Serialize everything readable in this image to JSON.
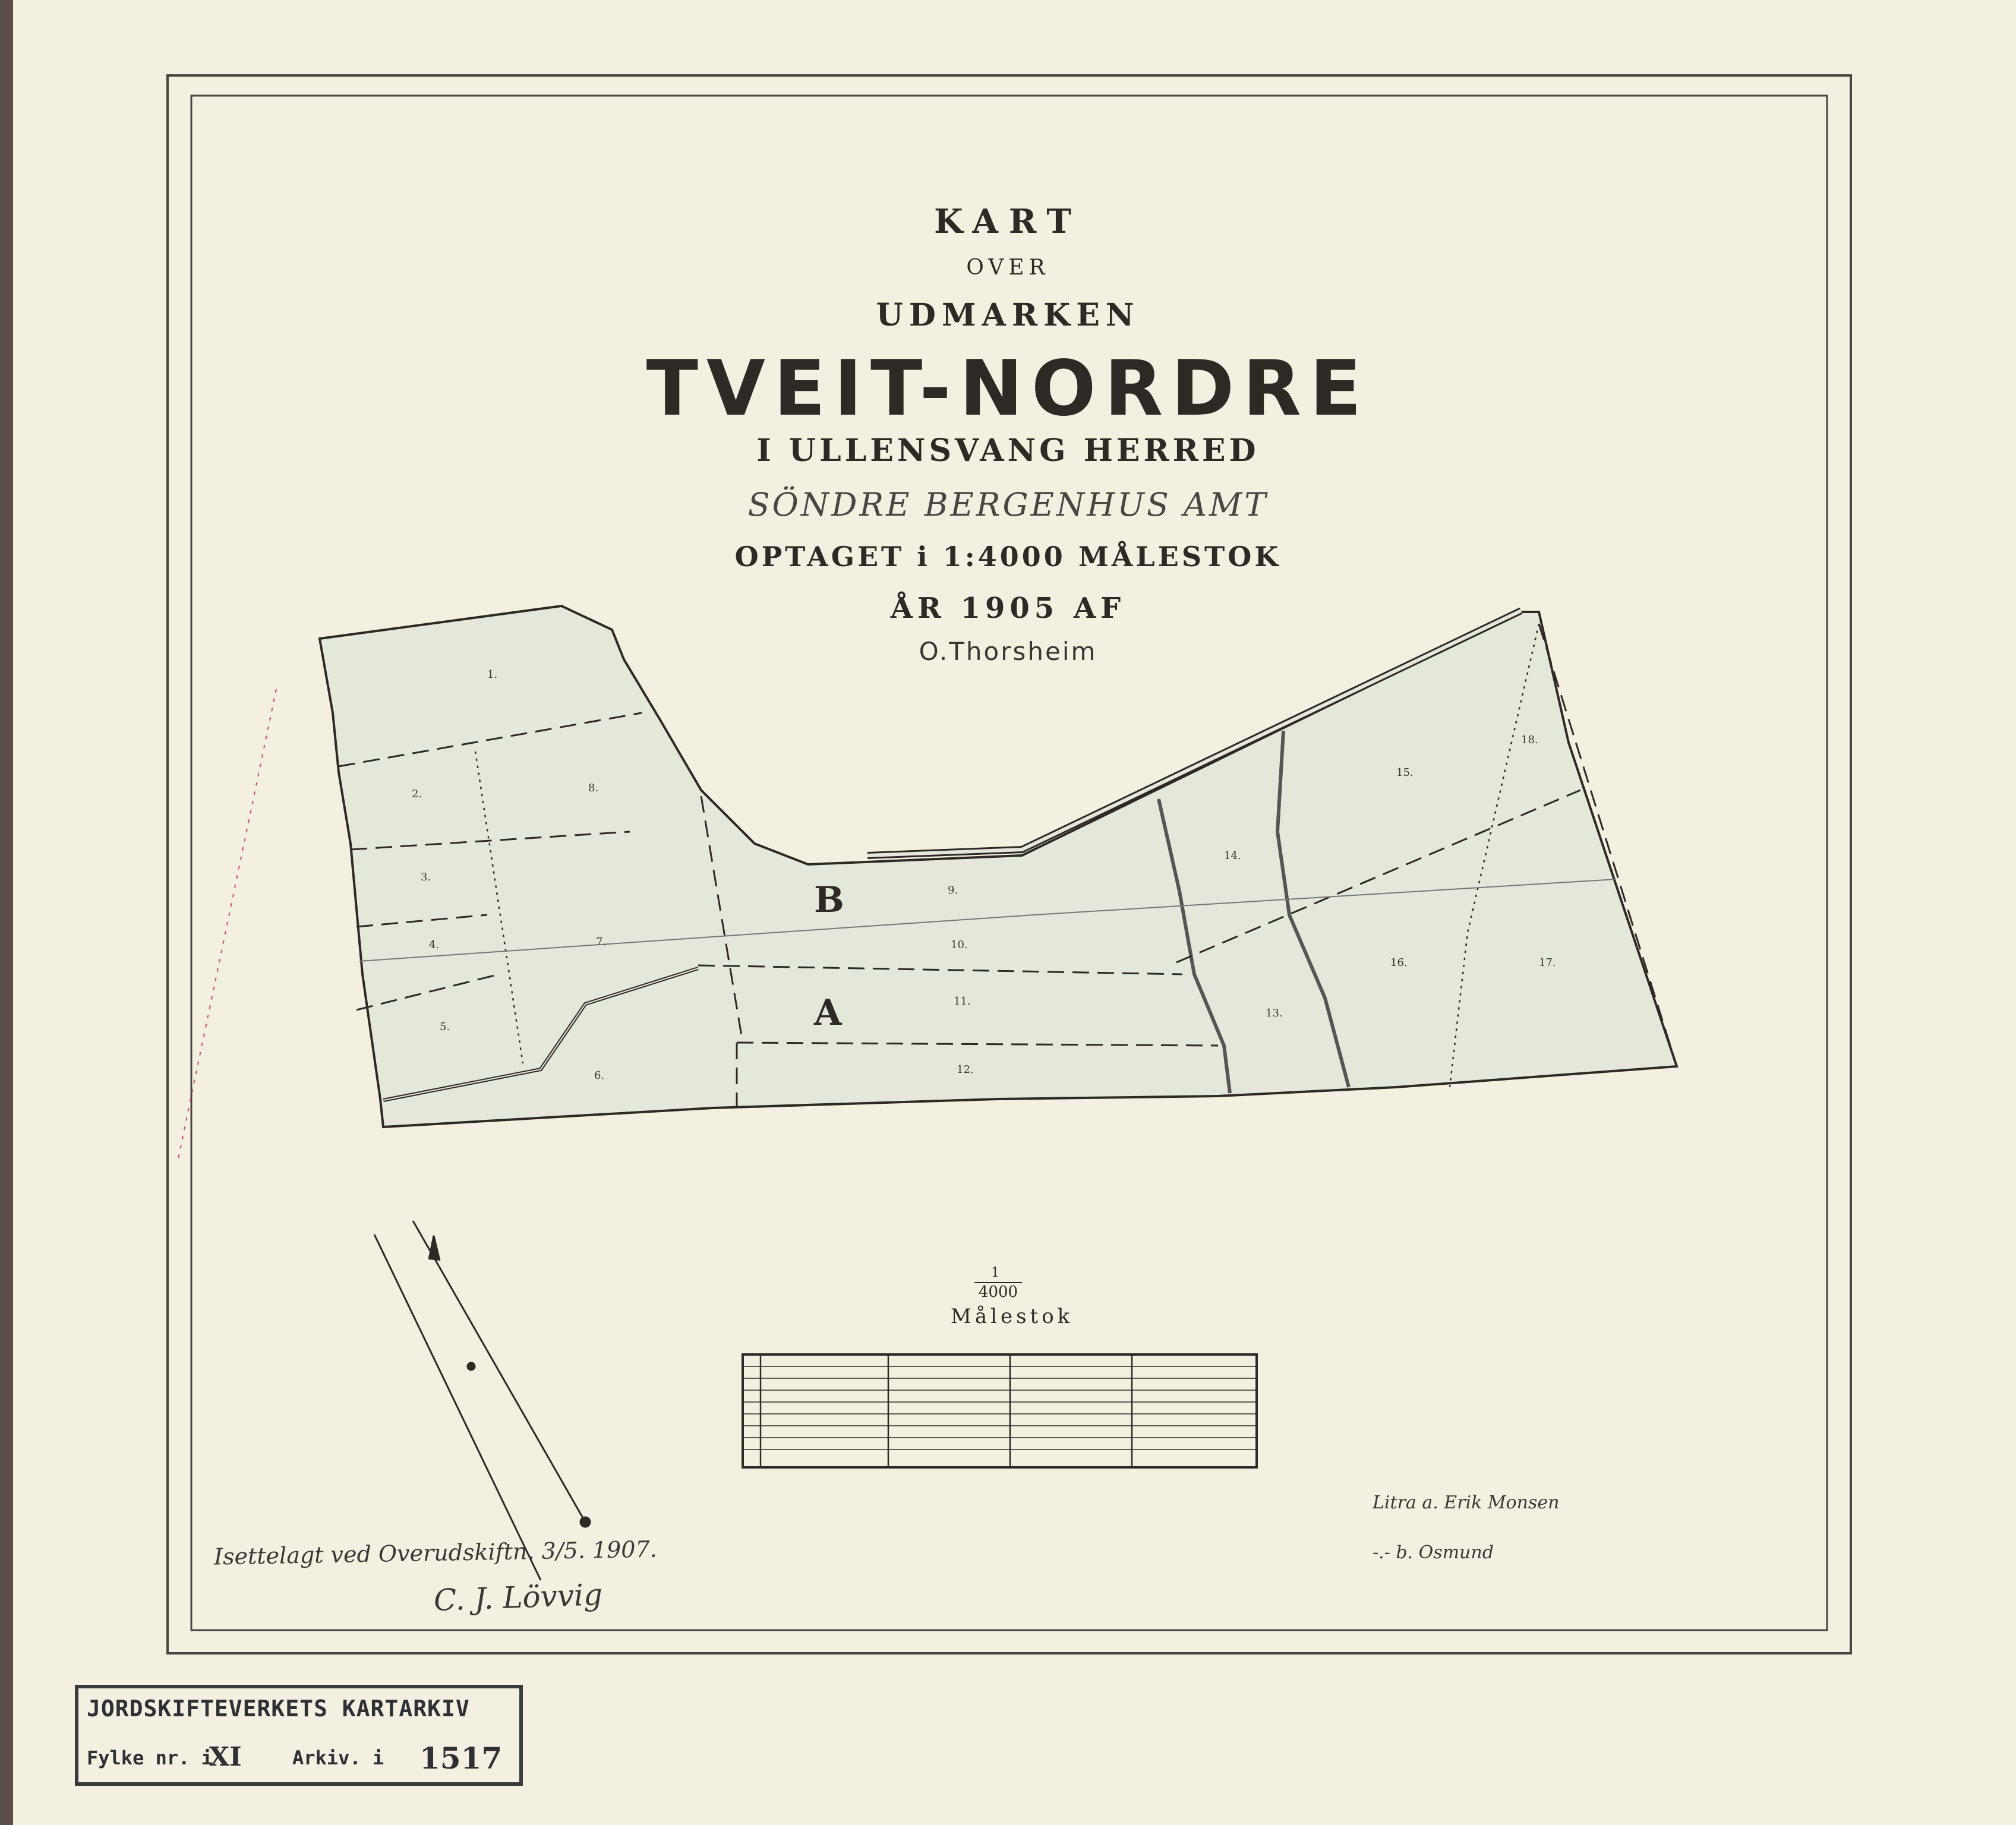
{
  "title": {
    "kart": "KART",
    "over": "OVER",
    "udmarken": "UDMARKEN",
    "main": "TVEIT-NORDRE",
    "herred": "I ULLENSVANG HERRED",
    "amt": "SÖNDRE BERGENHUS AMT",
    "optaget": "OPTAGET i 1:4000 MÅLESTOK",
    "year": "ÅR 1905 AF",
    "author": "O.Thorsheim"
  },
  "map": {
    "regions": [
      "B",
      "A"
    ],
    "parcels": [
      "1.",
      "2.",
      "3.",
      "4.",
      "5.",
      "6.",
      "7.",
      "8.",
      "9.",
      "10.",
      "11.",
      "12.",
      "13.",
      "14.",
      "15.",
      "16.",
      "17.",
      "18."
    ]
  },
  "scale": {
    "numerator": "1",
    "denominator": "4000",
    "label": "Målestok"
  },
  "notes": {
    "filed": "Isettelagt ved Overudskiftn. 3/5. 1907.",
    "signature": "C. J. Lövvig"
  },
  "legend": {
    "a": "Litra a. Erik Monsen",
    "b": "-.- b. Osmund"
  },
  "stamp": {
    "line1": "JORDSKIFTEVERKETS KARTARKIV",
    "fylke_label": "Fylke nr. i",
    "fylke_value": "XI",
    "arkiv_label": "Arkiv. i",
    "arkiv_value": "1517"
  },
  "colors": {
    "paper": "#f3efe1",
    "ink": "#2e2924",
    "land_fill": "#e6e9dc",
    "red_ink": "#d24a6e"
  }
}
